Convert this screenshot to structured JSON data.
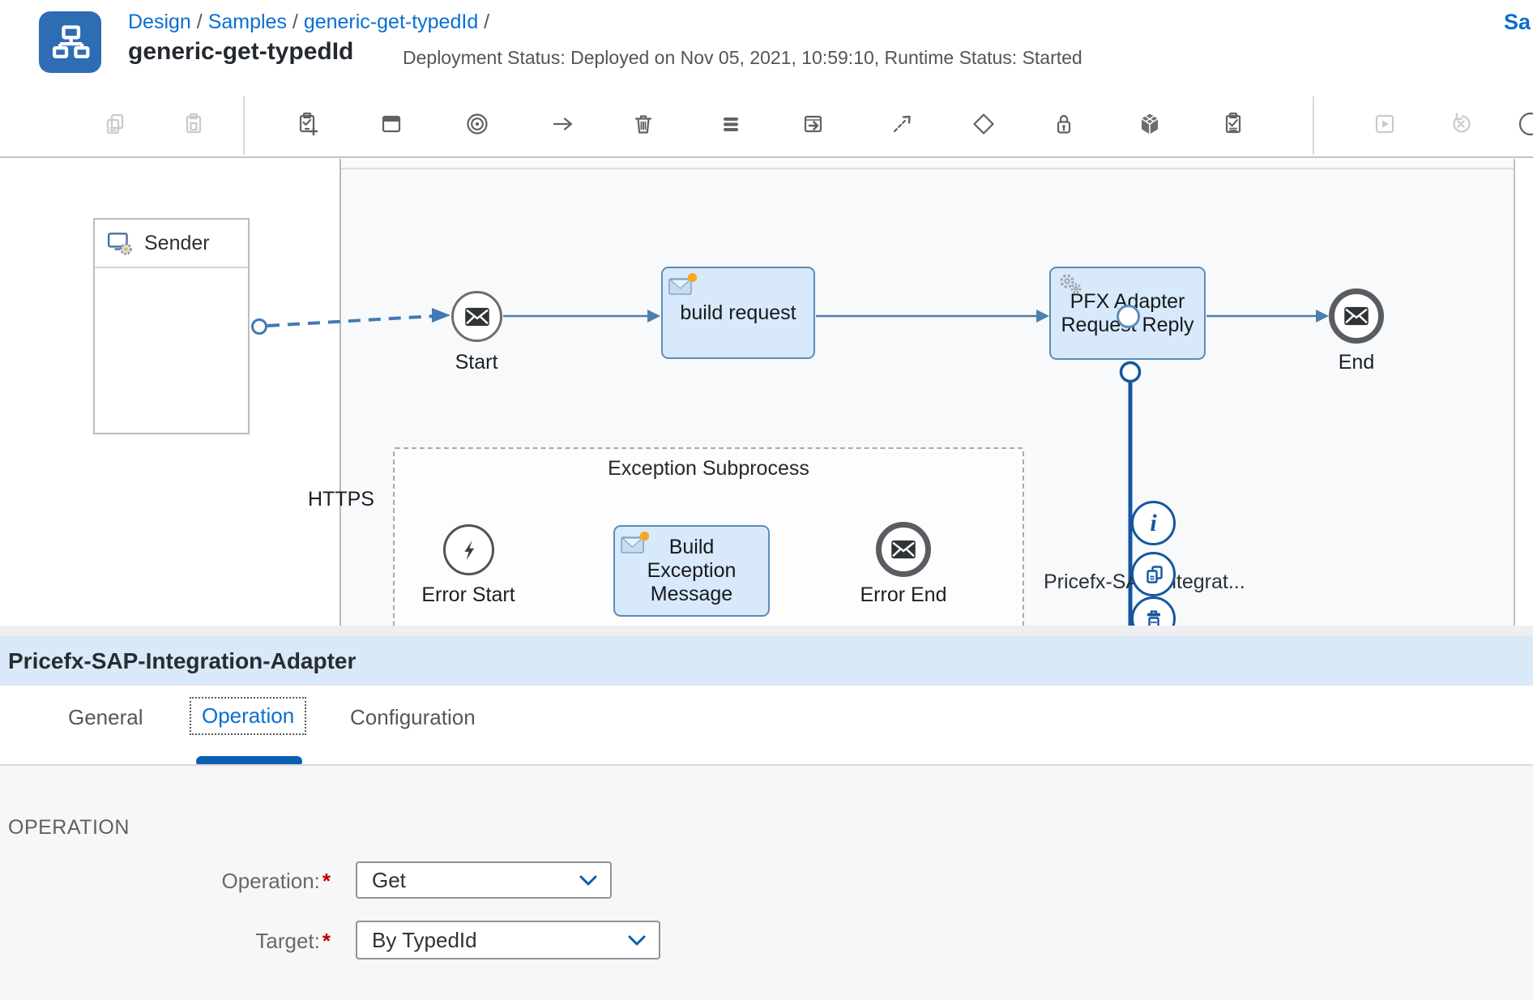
{
  "header": {
    "app_icon": "integration-flow-icon",
    "breadcrumb": [
      {
        "label": "Design"
      },
      {
        "label": "Samples"
      },
      {
        "label": "generic-get-typedId"
      }
    ],
    "breadcrumb_separator": "/",
    "title": "generic-get-typedId",
    "status": "Deployment Status: Deployed on Nov 05, 2021, 10:59:10, Runtime Status: Started",
    "save_label": "Sa"
  },
  "toolbar": {
    "icons": [
      {
        "name": "copy-icon",
        "enabled": false
      },
      {
        "name": "paste-icon",
        "enabled": false
      },
      {
        "name": "validate-clipboard-add-icon",
        "enabled": true
      },
      {
        "name": "pool-window-icon",
        "enabled": true
      },
      {
        "name": "target-icon",
        "enabled": true
      },
      {
        "name": "sequence-flow-arrow-icon",
        "enabled": true
      },
      {
        "name": "delete-icon",
        "enabled": true
      },
      {
        "name": "menu-lines-icon",
        "enabled": true
      },
      {
        "name": "participant-box-arrow-icon",
        "enabled": true
      },
      {
        "name": "message-flow-dashed-arrow-icon",
        "enabled": true
      },
      {
        "name": "gateway-diamond-icon",
        "enabled": true
      },
      {
        "name": "security-lock-icon",
        "enabled": true
      },
      {
        "name": "package-cube-icon",
        "enabled": true
      },
      {
        "name": "checklist-icon",
        "enabled": true
      },
      {
        "name": "deploy-play-icon",
        "enabled": false
      },
      {
        "name": "undeploy-restart-icon",
        "enabled": false
      },
      {
        "name": "partial-circle-icon",
        "enabled": true
      }
    ]
  },
  "canvas": {
    "sender": {
      "label": "Sender",
      "icon": "sender-system-icon"
    },
    "https_label": "HTTPS",
    "nodes": {
      "start": "Start",
      "build_request": "build request",
      "pfx_adapter": "PFX Adapter Request Reply",
      "end": "End"
    },
    "subprocess": {
      "title": "Exception Subprocess",
      "error_start": "Error Start",
      "build_exception": "Build Exception Message",
      "error_end": "Error End"
    },
    "connection_label": "Pricefx-SAP-Integrat...",
    "context_buttons": [
      "info-icon",
      "copy-icon",
      "trash-icon"
    ]
  },
  "panel": {
    "title": "Pricefx-SAP-Integration-Adapter",
    "tabs": [
      {
        "label": "General",
        "active": false
      },
      {
        "label": "Operation",
        "active": true
      },
      {
        "label": "Configuration",
        "active": false
      }
    ],
    "section": {
      "heading": "OPERATION",
      "fields": [
        {
          "label": "Operation:",
          "required": "*",
          "value": "Get"
        },
        {
          "label": "Target:",
          "required": "*",
          "value": "By TypedId"
        }
      ]
    }
  },
  "colors": {
    "accent_blue": "#0a6ed1",
    "node_fill": "#d7e9fa",
    "node_border": "#5d8cb8",
    "selection_blue": "#15569f",
    "required_red": "#bb0000",
    "panel_header": "#d9e9f8"
  }
}
